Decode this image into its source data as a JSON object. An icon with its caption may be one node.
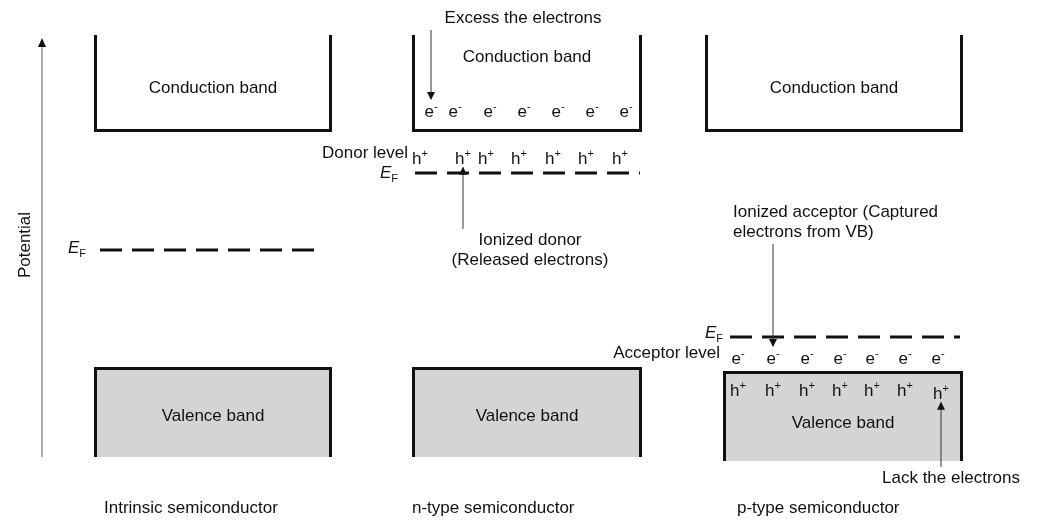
{
  "diagram": {
    "nodes": [
      {
        "text": [
          "Conduction band"
        ]
      },
      {
        "text": [
          "Valence band"
        ]
      },
      {
        "text": [
          "Conduction band"
        ]
      },
      {
        "text": [
          "e$^{-}$"
        ],
        "in": 2
      },
      {
        "text": [
          "Excess the electrons"
        ]
      },
      {
        "text": [
          "h$^{+}$"
        ]
      },
      {
        "text": [
          "Ionized donor (Released electrons)"
        ]
      },
      {
        "text": [
          "Valence band"
        ]
      },
      {
        "text": [
          "Conduction band"
        ]
      },
      {
        "text": [
          "Ionized acceptor (Captured electrons from VB)"
        ]
      },
      {
        "text": [
          "e$^{-}$"
        ]
      },
      {
        "text": [
          "Valence band"
        ]
      },
      {
        "text": [
          "h$^{+}$"
        ],
        "in": 11
      },
      {
        "text": [
          "Lack the electrons"
        ]
      }
    ],
    "edges": [
      {
        "from": 4,
        "to": 3,
        "arrow": "to"
      },
      {
        "from": 6,
        "to": 5,
        "arrow": "to"
      },
      {
        "from": 9,
        "to": 10,
        "arrow": "to"
      },
      {
        "from": 13,
        "to": 12,
        "arrow": "to"
      }
    ],
    "labels": [
      "e$^{-}$",
      "e$^{-}$",
      "e$^{-}$",
      "e$^{-}$",
      "e$^{-}$",
      "e$^{-}$",
      "Donor level",
      "h$^{+}$",
      "h$^{+}$",
      "h$^{+}$",
      "h$^{+}$",
      "h$^{+}$",
      "h$^{+}$",
      "*E*$_{F}$",
      "Potential",
      "*E*$_{F}$",
      "*E*$_{F}$",
      "Acceptor level",
      "e$^{-}$",
      "e$^{-}$",
      "e$^{-}$",
      "e$^{-}$",
      "e$^{-}$",
      "e$^{-}$",
      "h$^{+}$",
      "h$^{+}$",
      "h$^{+}$",
      "h$^{+}$",
      "h$^{+}$",
      "h$^{+}$",
      "Intrinsic semiconductor",
      "n-type semiconductor",
      "p-type semiconductor"
    ]
  }
}
